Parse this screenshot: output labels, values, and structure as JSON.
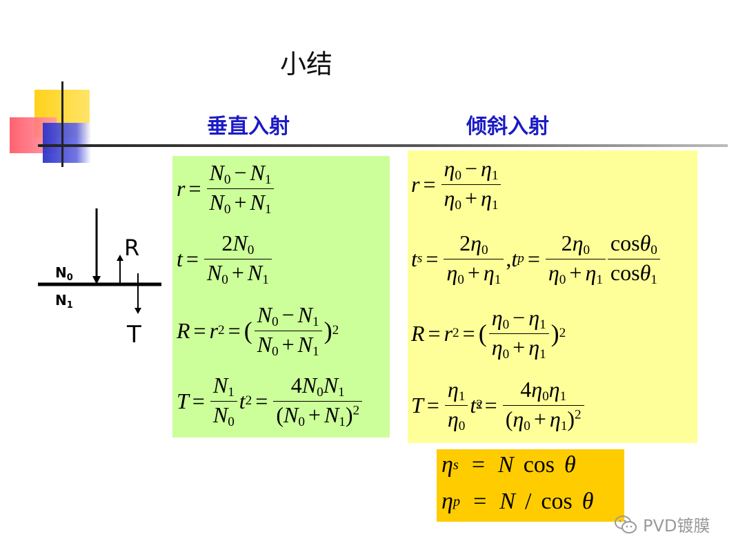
{
  "title": "小结",
  "headings": {
    "normal": "垂直入射",
    "oblique": "倾斜入射"
  },
  "diagram": {
    "labels": {
      "n0": "N",
      "n0_sub": "0",
      "n1": "N",
      "n1_sub": "1",
      "reflect": "R",
      "transmit": "T"
    }
  },
  "symbols": {
    "r": "r",
    "t": "t",
    "R": "R",
    "T": "T",
    "N": "N",
    "eta": "η",
    "eq": "=",
    "minus": "−",
    "plus": "+",
    "two": "2",
    "four": "4",
    "sq": "2",
    "lp": "(",
    "rp": ")",
    "comma": ",",
    "cos": "cos",
    "theta": "θ",
    "s": "s",
    "p": "p",
    "slash": "/",
    "sub0": "0",
    "sub1": "1"
  },
  "watermark": {
    "text": "PVD镀膜",
    "icon": "wechat-icon"
  },
  "colors": {
    "heading": "#1b1bc6",
    "green_box": "#ccff99",
    "yellow_box": "#ffff99",
    "orange_box": "#ffcc00"
  }
}
